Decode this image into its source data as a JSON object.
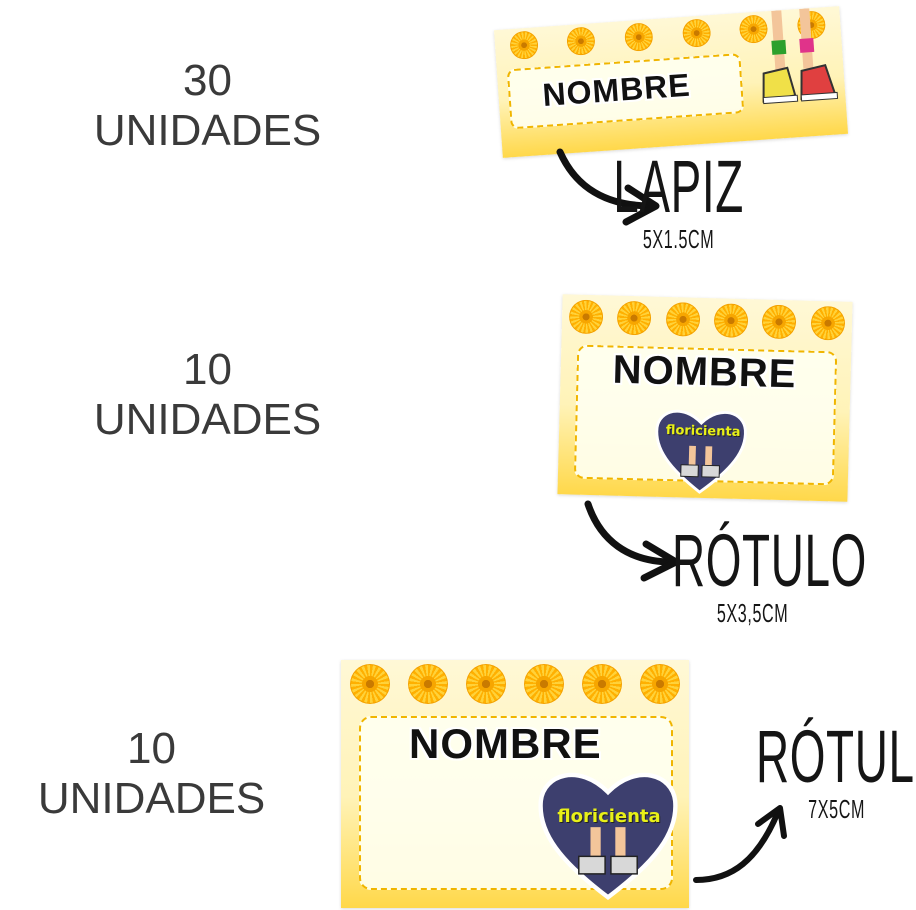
{
  "items": [
    {
      "quantity_number": "30",
      "quantity_unit": "UNIDADES",
      "card_text": "NOMBRE",
      "label": "LAPIZ",
      "size": "5X1.5CM"
    },
    {
      "quantity_number": "10",
      "quantity_unit": "UNIDADES",
      "card_text": "NOMBRE",
      "logo_text": "floricienta",
      "label": "RÓTULO",
      "size": "5X3,5CM"
    },
    {
      "quantity_number": "10",
      "quantity_unit": "UNIDADES",
      "card_text": "NOMBRE",
      "logo_text": "floricienta",
      "label": "RÓTULO",
      "size": "7X5CM"
    }
  ],
  "colors": {
    "flower": "#ffb000",
    "card_bg": "#fff3b8",
    "heart": "#3d3f6e",
    "logo_text": "#e8f018",
    "ink": "#151515"
  }
}
